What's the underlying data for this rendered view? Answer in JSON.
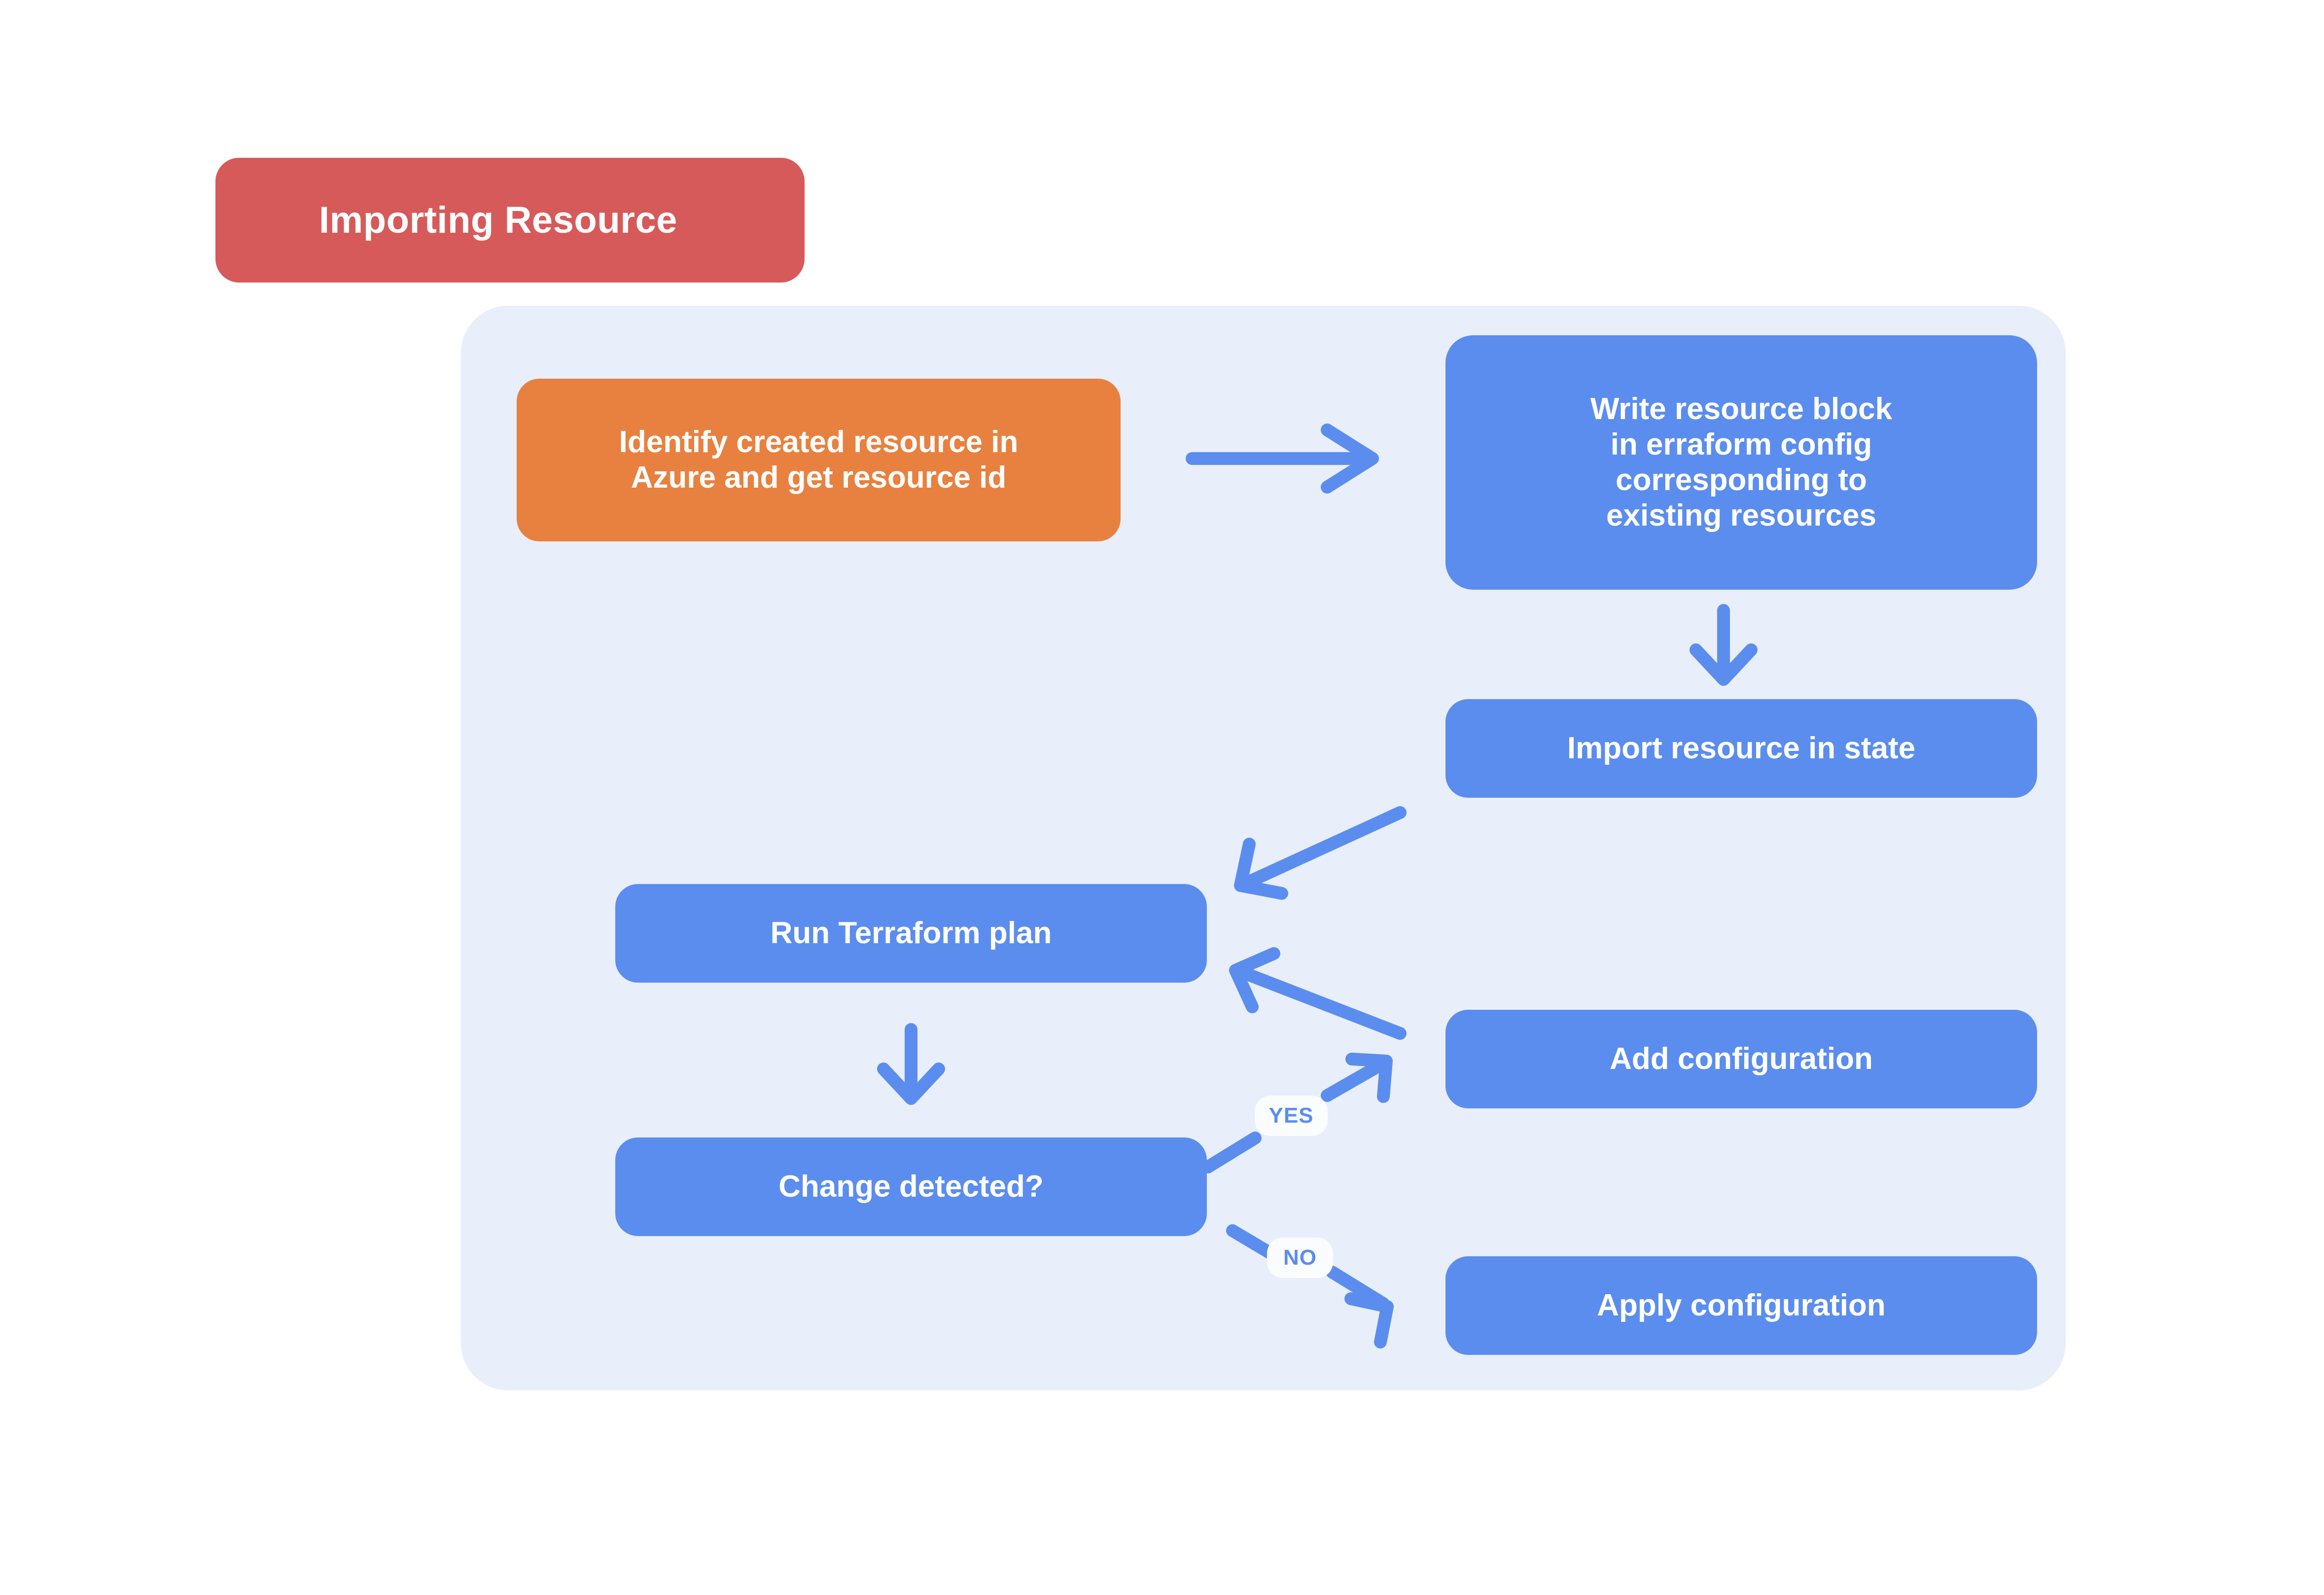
{
  "diagram": {
    "title": "Importing Resource",
    "colors": {
      "title_badge": "#D75A5A",
      "panel_background": "#E8EEFA",
      "node_blue": "#5B8DEF",
      "node_orange": "#E8813F",
      "arrow": "#5B8DEF",
      "pill_background": "#FBFCFE",
      "pill_text": "#5B8DEF",
      "node_text": "#FFFFFF",
      "page_background": "#FFFFFF"
    },
    "nodes": [
      {
        "id": "identify",
        "label": "Identify created resource in Azure and get resource id",
        "lines": [
          "Identify created resource in",
          "Azure and get resource id"
        ],
        "color": "orange"
      },
      {
        "id": "write-block",
        "label": "Write resource block in erraform config corresponding to existing resources",
        "lines": [
          "Write resource block",
          "in erraform config",
          "corresponding to",
          "existing resources"
        ],
        "color": "blue"
      },
      {
        "id": "import-state",
        "label": "Import resource in state",
        "lines": [
          "Import resource in state"
        ],
        "color": "blue"
      },
      {
        "id": "run-plan",
        "label": "Run Terraform plan",
        "lines": [
          "Run Terraform plan"
        ],
        "color": "blue"
      },
      {
        "id": "change-detected",
        "label": "Change detected?",
        "lines": [
          "Change detected?"
        ],
        "color": "blue"
      },
      {
        "id": "add-config",
        "label": "Add configuration",
        "lines": [
          "Add configuration"
        ],
        "color": "blue"
      },
      {
        "id": "apply-config",
        "label": "Apply configuration",
        "lines": [
          "Apply configuration"
        ],
        "color": "blue"
      }
    ],
    "edges": [
      {
        "id": "identify-to-write",
        "from": "identify",
        "to": "write-block",
        "label": "",
        "direction": "right"
      },
      {
        "id": "write-to-import",
        "from": "write-block",
        "to": "import-state",
        "label": "",
        "direction": "down"
      },
      {
        "id": "import-to-plan",
        "from": "import-state",
        "to": "run-plan",
        "label": "",
        "direction": "down-left"
      },
      {
        "id": "plan-to-change",
        "from": "run-plan",
        "to": "change-detected",
        "label": "",
        "direction": "down"
      },
      {
        "id": "change-yes-to-add",
        "from": "change-detected",
        "to": "add-config",
        "label": "YES",
        "direction": "up-right"
      },
      {
        "id": "add-to-plan",
        "from": "add-config",
        "to": "run-plan",
        "label": "",
        "direction": "up-left"
      },
      {
        "id": "change-no-to-apply",
        "from": "change-detected",
        "to": "apply-config",
        "label": "NO",
        "direction": "down-right"
      }
    ],
    "edge_labels": {
      "yes": "YES",
      "no": "NO"
    }
  }
}
